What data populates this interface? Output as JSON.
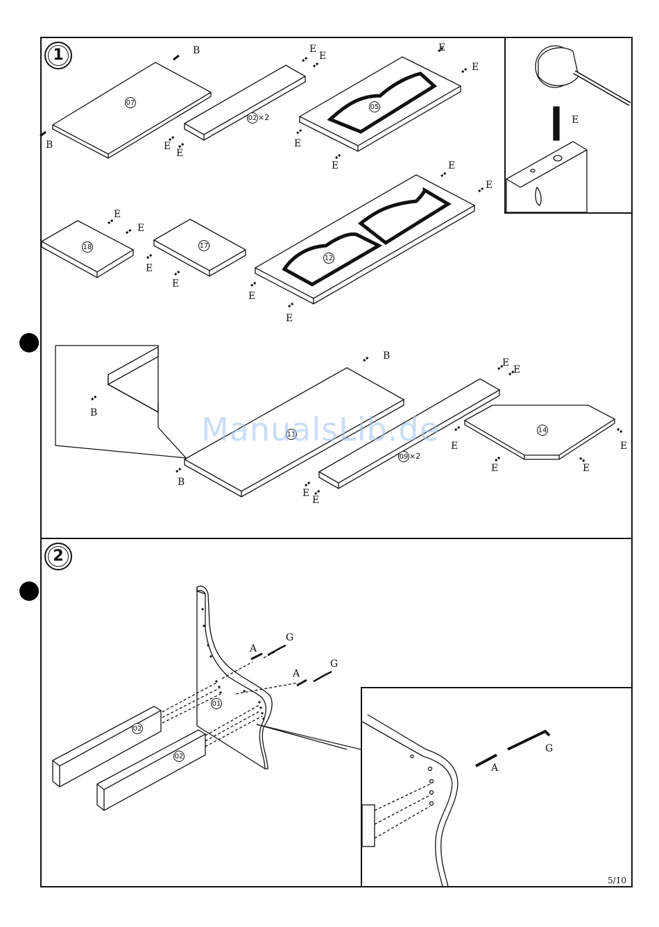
{
  "steps": [
    {
      "number": "1"
    },
    {
      "number": "2"
    }
  ],
  "hardware": {
    "A": "A",
    "B": "B",
    "E": "E",
    "G": "G"
  },
  "parts": {
    "p07": "07",
    "p02x2": "02",
    "x2": "×2",
    "p05": "05",
    "p18": "18",
    "p17": "17",
    "p12": "12",
    "p11": "11",
    "p09x2": "09",
    "p14": "14",
    "p01": "01",
    "p02": "02"
  },
  "watermark": "ManualsLib.de",
  "page_number": "5/10"
}
